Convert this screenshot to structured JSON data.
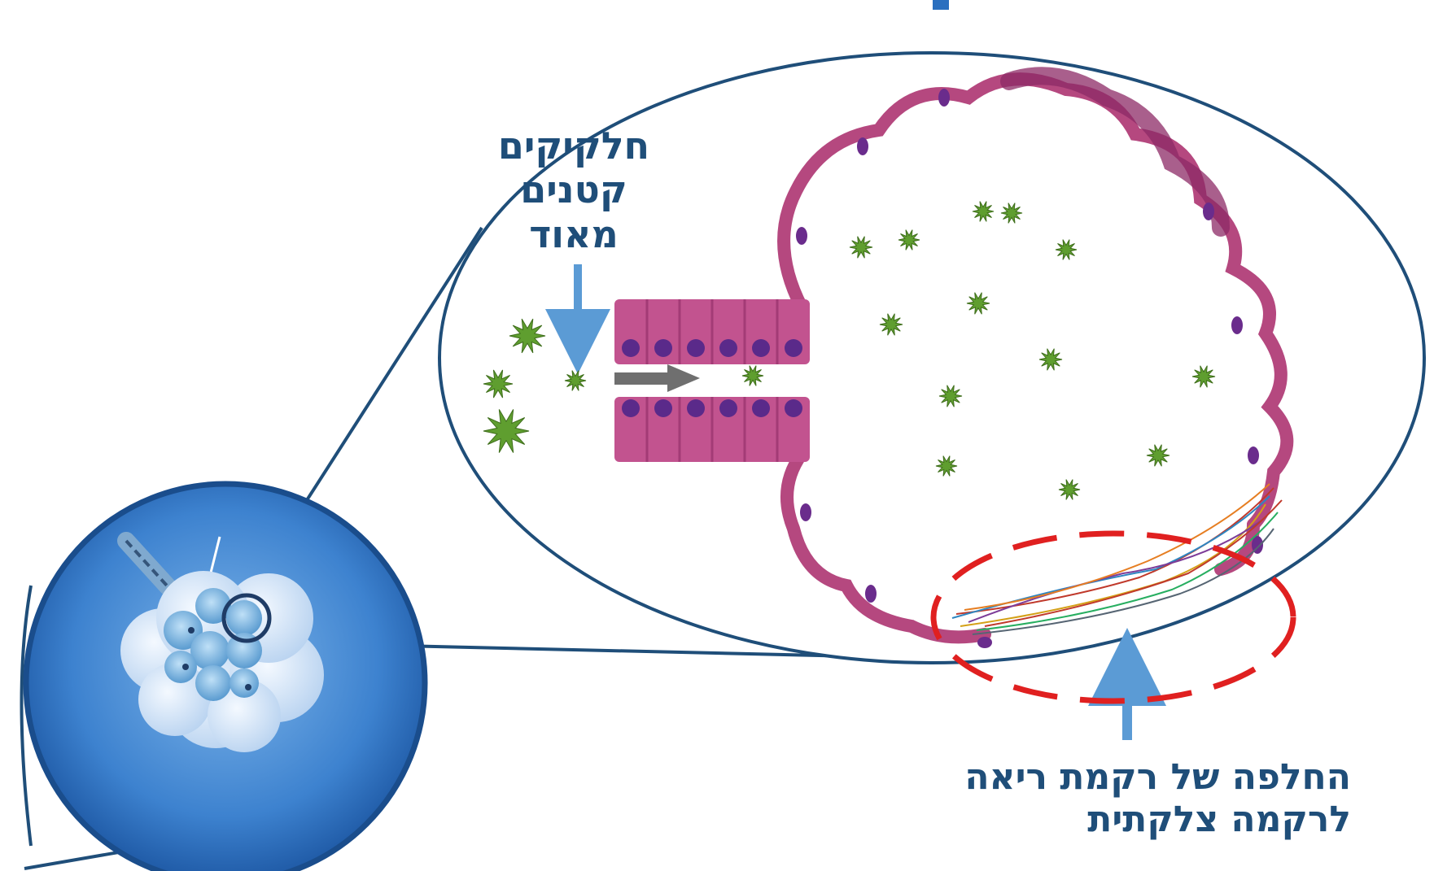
{
  "labels": {
    "particles": [
      "חלקיקים",
      "קטנים",
      "מאוד"
    ],
    "replacement": [
      "החלפה של רקמת ריאה",
      "לרקמה צלקתית"
    ]
  },
  "colors": {
    "label_text": "#1f4e79",
    "outline": "#1f4e79",
    "arrow_blue": "#5b9bd5",
    "arrow_gray": "#6f6f6f",
    "cell_pink": "#b5487f",
    "cell_dark": "#8c2a66",
    "nucleus": "#6a2c8c",
    "particle": "#5f9e2f",
    "highlight_red": "#e02020",
    "disc_blue": "#2a6fbf"
  },
  "icons": {
    "particle": "spiky-particle-icon",
    "alveolus": "alveolar-cluster-icon"
  }
}
